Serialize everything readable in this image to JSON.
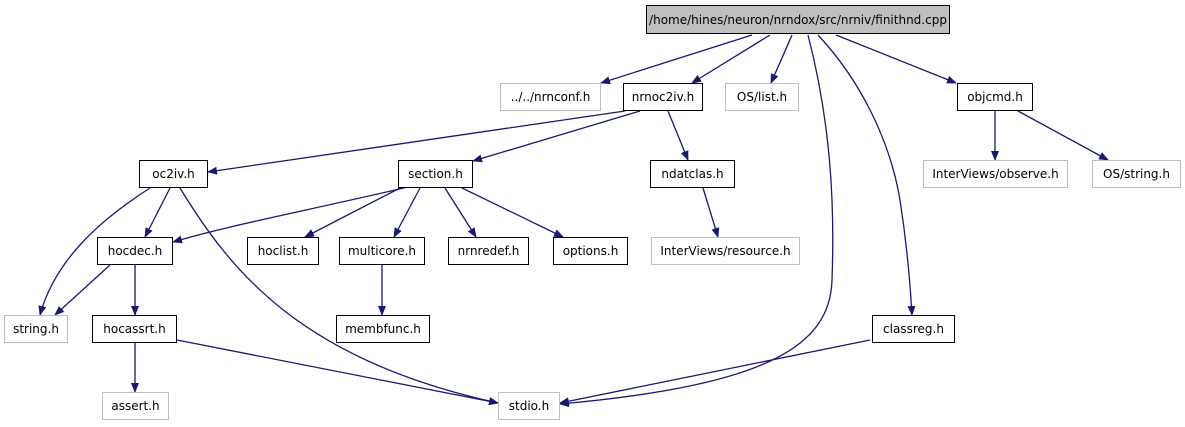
{
  "edge_color": "#191970",
  "nodes": [
    {
      "id": "finithnd",
      "label": "/home/hines/neuron/nrndox/src/nrniv/finithnd.cpp",
      "style": "root",
      "interactable": false
    },
    {
      "id": "nrnconf",
      "label": "../../nrnconf.h",
      "style": "missing",
      "interactable": false
    },
    {
      "id": "nrnoc2iv",
      "label": "nrnoc2iv.h",
      "style": "normal",
      "interactable": true
    },
    {
      "id": "oslist",
      "label": "OS/list.h",
      "style": "missing",
      "interactable": false
    },
    {
      "id": "objcmd",
      "label": "objcmd.h",
      "style": "normal",
      "interactable": true
    },
    {
      "id": "oc2iv",
      "label": "oc2iv.h",
      "style": "normal",
      "interactable": true
    },
    {
      "id": "section",
      "label": "section.h",
      "style": "normal",
      "interactable": true
    },
    {
      "id": "ndatclas",
      "label": "ndatclas.h",
      "style": "normal",
      "interactable": true
    },
    {
      "id": "observe",
      "label": "InterViews/observe.h",
      "style": "missing",
      "interactable": false
    },
    {
      "id": "osstring",
      "label": "OS/string.h",
      "style": "missing",
      "interactable": false
    },
    {
      "id": "hocdec",
      "label": "hocdec.h",
      "style": "normal",
      "interactable": true
    },
    {
      "id": "hoclist",
      "label": "hoclist.h",
      "style": "normal",
      "interactable": true
    },
    {
      "id": "multicore",
      "label": "multicore.h",
      "style": "normal",
      "interactable": true
    },
    {
      "id": "nrnredef",
      "label": "nrnredef.h",
      "style": "normal",
      "interactable": true
    },
    {
      "id": "options",
      "label": "options.h",
      "style": "normal",
      "interactable": true
    },
    {
      "id": "resource",
      "label": "InterViews/resource.h",
      "style": "missing",
      "interactable": false
    },
    {
      "id": "stringh",
      "label": "string.h",
      "style": "missing",
      "interactable": false
    },
    {
      "id": "hocassrt",
      "label": "hocassrt.h",
      "style": "normal",
      "interactable": true
    },
    {
      "id": "membfunc",
      "label": "membfunc.h",
      "style": "normal",
      "interactable": true
    },
    {
      "id": "classreg",
      "label": "classreg.h",
      "style": "normal",
      "interactable": true
    },
    {
      "id": "assert",
      "label": "assert.h",
      "style": "missing",
      "interactable": false
    },
    {
      "id": "stdio",
      "label": "stdio.h",
      "style": "missing",
      "interactable": false
    }
  ],
  "edges": [
    {
      "from": "finithnd",
      "to": "nrnconf"
    },
    {
      "from": "finithnd",
      "to": "nrnoc2iv"
    },
    {
      "from": "finithnd",
      "to": "oslist"
    },
    {
      "from": "finithnd",
      "to": "stdio"
    },
    {
      "from": "finithnd",
      "to": "classreg"
    },
    {
      "from": "finithnd",
      "to": "objcmd"
    },
    {
      "from": "nrnoc2iv",
      "to": "oc2iv"
    },
    {
      "from": "nrnoc2iv",
      "to": "section"
    },
    {
      "from": "nrnoc2iv",
      "to": "ndatclas"
    },
    {
      "from": "objcmd",
      "to": "observe"
    },
    {
      "from": "objcmd",
      "to": "osstring"
    },
    {
      "from": "oc2iv",
      "to": "stringh"
    },
    {
      "from": "oc2iv",
      "to": "hocdec"
    },
    {
      "from": "oc2iv",
      "to": "stdio"
    },
    {
      "from": "section",
      "to": "hocdec"
    },
    {
      "from": "section",
      "to": "hoclist"
    },
    {
      "from": "section",
      "to": "multicore"
    },
    {
      "from": "section",
      "to": "nrnredef"
    },
    {
      "from": "section",
      "to": "options"
    },
    {
      "from": "ndatclas",
      "to": "resource"
    },
    {
      "from": "hocdec",
      "to": "stringh"
    },
    {
      "from": "hocdec",
      "to": "hocassrt"
    },
    {
      "from": "multicore",
      "to": "membfunc"
    },
    {
      "from": "hocassrt",
      "to": "assert"
    },
    {
      "from": "hocassrt",
      "to": "stdio"
    },
    {
      "from": "classreg",
      "to": "stdio"
    }
  ]
}
